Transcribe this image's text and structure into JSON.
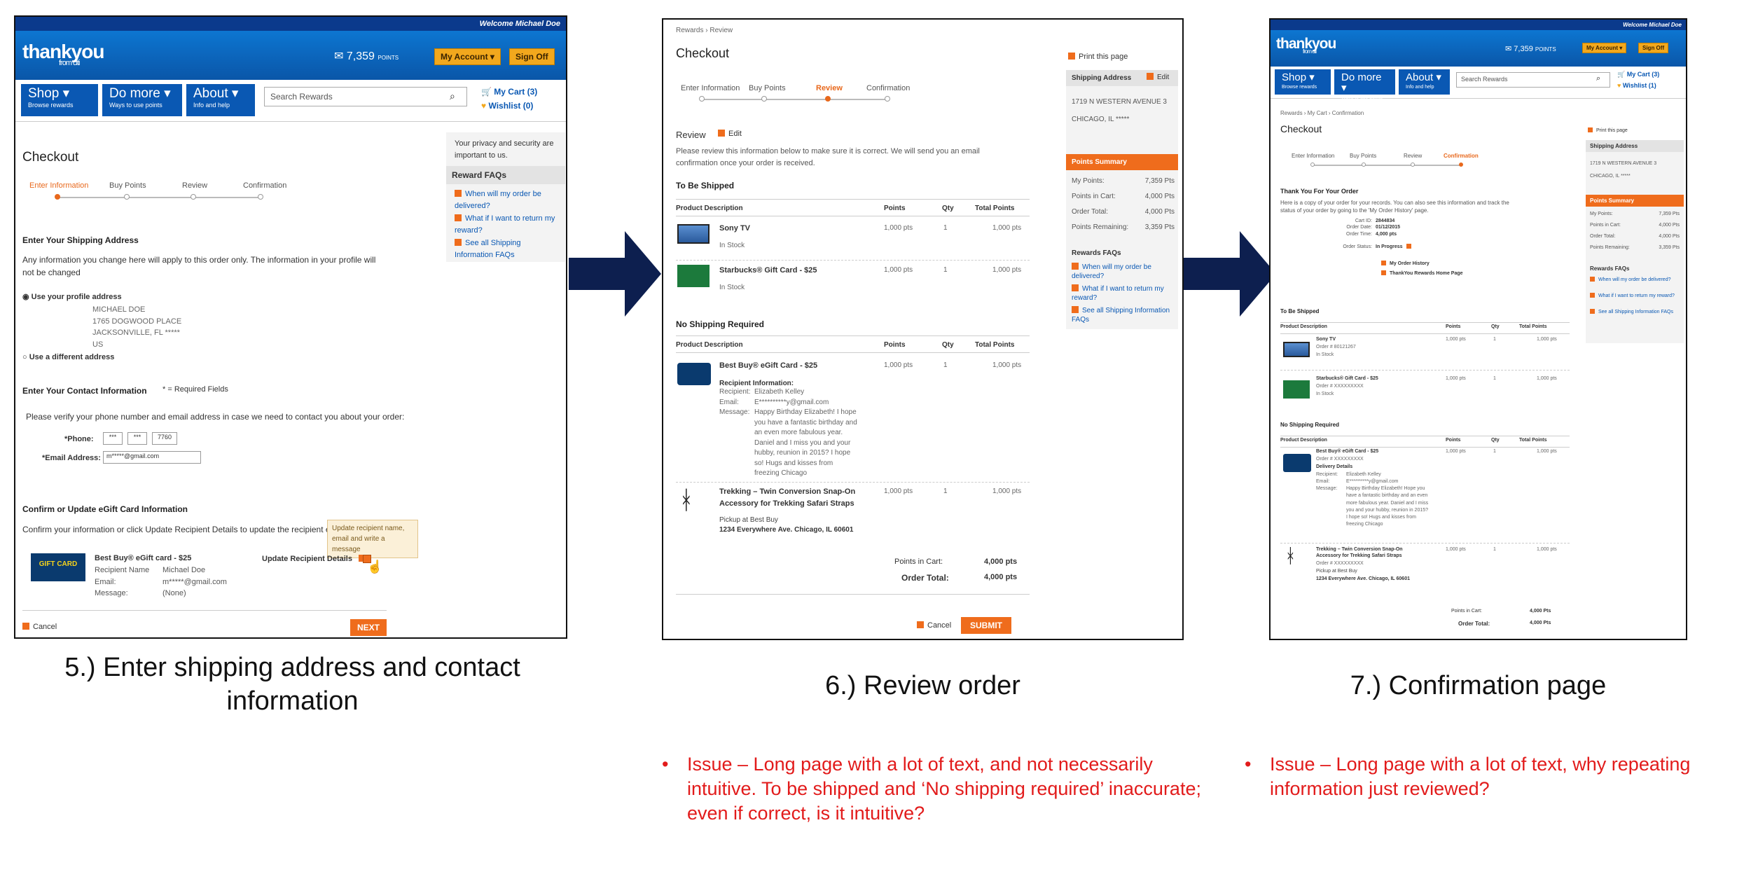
{
  "captions": {
    "step5": "5.)  Enter shipping  address and contact information",
    "step6": "6.)  Review order",
    "step7": "7.)  Confirmation page"
  },
  "issues": {
    "step6": "Issue – Long page with a lot of text, and not necessarily intuitive. To be shipped and ‘No shipping required’ inaccurate; even if correct, is it intuitive?",
    "step7": "Issue – Long page with a lot of text, why repeating information just reviewed?",
    "bullet": "•"
  },
  "colors": {
    "issue": "#e21b1b",
    "arrow": "#0d1f4f",
    "citi_blue": "#0a58b3",
    "orange": "#ef6c1c"
  },
  "icons": {
    "arrow": "right-arrow-icon",
    "cart": "cart-icon",
    "heart": "heart-icon",
    "envelope": "envelope-icon",
    "search": "search-icon"
  },
  "screen1": {
    "welcome": "Welcome Michael Doe",
    "logo": "thankyou",
    "logo_sub": "from citi",
    "points": "7,359",
    "points_unit": "POINTS",
    "my_account": "My Account ▾",
    "sign_off": "Sign Off",
    "nav": [
      {
        "label": "Shop ▾",
        "sub": "Browse rewards"
      },
      {
        "label": "Do more ▾",
        "sub": "Ways to use points"
      },
      {
        "label": "About ▾",
        "sub": "Info and help"
      }
    ],
    "search_placeholder": "Search Rewards",
    "cart": "My Cart (3)",
    "wishlist": "Wishlist (0)",
    "title": "Checkout",
    "steps": [
      "Enter Information",
      "Buy Points",
      "Review",
      "Confirmation"
    ],
    "privacy": "Your privacy and security are important to us.",
    "faq_title": "Reward FAQs",
    "faqs": [
      "When will my order be delivered?",
      "What if I want to return my reward?",
      "See all Shipping Information FAQs"
    ],
    "ship_h": "Enter Your Shipping Address",
    "ship_note": "Any information you change here will apply to this order only. The information in your profile will not be changed",
    "opt1": "Use your profile address",
    "addr": [
      "MICHAEL DOE",
      "1765 DOGWOOD PLACE",
      "JACKSONVILLE, FL *****",
      "US"
    ],
    "opt2": "Use a different address",
    "contact_h": "Enter Your Contact Information",
    "required": "* = Required Fields",
    "contact_note": "Please verify your phone number and email address in case we need to contact you about your order:",
    "phone_lbl": "*Phone:",
    "phone": [
      "***",
      "***",
      "7760"
    ],
    "email_lbl": "*Email Address:",
    "email": "m*****@gmail.com",
    "egift_h": "Confirm or Update eGift Card Information",
    "egift_note": "Confirm your information or click Update Recipient Details to update the recipient ed",
    "tooltip": "Update recipient name, email and write a message",
    "card_title": "Best Buy® eGift card - $25",
    "card_labels": [
      "Recipient Name",
      "Email:",
      "Message:"
    ],
    "card_vals": [
      "Michael Doe",
      "m*****@gmail.com",
      "(None)"
    ],
    "update": "Update Recipient Details",
    "cancel": "Cancel",
    "next": "NEXT"
  },
  "screen2": {
    "crumb": "Rewards  ›  Review",
    "title": "Checkout",
    "steps": [
      "Enter Information",
      "Buy Points",
      "Review",
      "Confirmation"
    ],
    "review": "Review",
    "edit": "Edit",
    "note": "Please review this information below to make sure it is correct. We will send you an email confirmation once your order is received.",
    "ship_h": "To Be Shipped",
    "cols": [
      "Product Description",
      "Points",
      "Qty",
      "Total Points"
    ],
    "items": [
      {
        "name": "Sony TV",
        "stock": "In Stock",
        "pts": "1,000 pts",
        "qty": "1",
        "total": "1,000 pts"
      },
      {
        "name": "Starbucks® Gift Card - $25",
        "stock": "In Stock",
        "pts": "1,000 pts",
        "qty": "1",
        "total": "1,000 pts"
      }
    ],
    "noship_h": "No Shipping Required",
    "items2": [
      {
        "name": "Best Buy® eGift Card - $25",
        "pts": "1,000 pts",
        "qty": "1",
        "total": "1,000 pts"
      },
      {
        "name": "Trekking – Twin Conversion Snap-On Accessory for Trekking Safari Straps",
        "pts": "1,000 pts",
        "qty": "1",
        "total": "1,000 pts"
      }
    ],
    "recip_h": "Recipient Information:",
    "recip_labels": [
      "Recipient:",
      "Email:",
      "Message:"
    ],
    "recip_vals": [
      "Elizabeth Kelley",
      "E**********y@gmail.com",
      "Happy Birthday Elizabeth! I hope you have a fantastic birthday and an even more fabulous year. Daniel and I miss you and your hubby, reunion in 2015? I hope so! Hugs and kisses from freezing Chicago"
    ],
    "pickup": "Pickup at Best Buy",
    "pickup_addr": "1234 Everywhere Ave. Chicago, IL 60601",
    "cart_lbl": "Points in Cart:",
    "cart_val": "4,000 pts",
    "total_lbl": "Order Total:",
    "total_val": "4,000 pts",
    "cancel": "Cancel",
    "submit": "SUBMIT",
    "print": "Print this page",
    "ship_addr_h": "Shipping Address",
    "ship_edit": "Edit",
    "ship_addr": [
      "1719 N WESTERN AVENUE 3",
      "CHICAGO, IL *****"
    ],
    "summary_h": "Points Summary",
    "summary": [
      {
        "k": "My Points:",
        "v": "7,359 Pts"
      },
      {
        "k": "Points in Cart:",
        "v": "4,000 Pts"
      },
      {
        "k": "Order Total:",
        "v": "4,000 Pts"
      },
      {
        "k": "Points Remaining:",
        "v": "3,359 Pts"
      }
    ],
    "faq_h": "Rewards FAQs",
    "faqs": [
      "When will my order be delivered?",
      "What if I want to return my reward?",
      "See all Shipping Information FAQs"
    ]
  },
  "screen3": {
    "welcome": "Welcome Michael Doe",
    "logo": "thankyou",
    "logo_sub": "from citi",
    "points": "7,359",
    "points_unit": "POINTS",
    "my_account": "My Account ▾",
    "sign_off": "Sign Off",
    "nav": [
      {
        "label": "Shop ▾",
        "sub": "Browse rewards"
      },
      {
        "label": "Do more ▾",
        "sub": "Ways to use points"
      },
      {
        "label": "About ▾",
        "sub": "Info and help"
      }
    ],
    "search_placeholder": "Search Rewards",
    "cart": "My Cart (3)",
    "wishlist": "Wishlist (1)",
    "crumb": "Rewards  ›  My Cart  ›  Confirmation",
    "title": "Checkout",
    "steps": [
      "Enter Information",
      "Buy Points",
      "Review",
      "Confirmation"
    ],
    "thanks": "Thank You For Your Order",
    "note": "Here is a copy of your order for your records. You can also see this information and track the status of your order by going to the 'My Order History' page.",
    "meta": [
      {
        "k": "Cart ID:",
        "v": "2844834"
      },
      {
        "k": "Order Date:",
        "v": "01/12/2015"
      },
      {
        "k": "Order Time:",
        "v": "4,000 pts"
      },
      {
        "k": "Order Status:",
        "v": "In Progress"
      }
    ],
    "links": [
      "My Order History",
      "ThankYou Rewards Home Page"
    ],
    "ship_h": "To Be Shipped",
    "cols": [
      "Product Description",
      "Points",
      "Qty",
      "Total Points"
    ],
    "items": [
      {
        "name": "Sony TV",
        "order": "Order # 80121267",
        "stock": "In Stock",
        "pts": "1,000 pts",
        "qty": "1",
        "total": "1,000 pts"
      },
      {
        "name": "Starbucks® Gift Card - $25",
        "order": "Order # XXXXXXXXX",
        "stock": "In Stock",
        "pts": "1,000 pts",
        "qty": "1",
        "total": "1,000 pts"
      }
    ],
    "noship_h": "No Shipping Required",
    "items2": [
      {
        "name": "Best Buy® eGift Card - $25",
        "order": "Order # XXXXXXXXX",
        "pts": "1,000 pts",
        "qty": "1",
        "total": "1,000 pts"
      },
      {
        "name": "Trekking – Twin Conversion Snap-On Accessory for Trekking Safari Straps",
        "order": "Order # XXXXXXXXX",
        "pts": "1,000 pts",
        "qty": "1",
        "total": "1,000 pts"
      }
    ],
    "delivery_h": "Delivery Details",
    "recip_labels": [
      "Recipient:",
      "Email:",
      "Message:"
    ],
    "recip_vals": [
      "Elizabeth Kelley",
      "E**********y@gmail.com",
      "Happy Birthday Elizabeth! Hope you have a fantastic birthday and an even more fabulous year. Daniel and I miss you and your hubby, reunion in 2015? I hope so! Hugs and kisses from freezing Chicago"
    ],
    "pickup": "Pickup at Best Buy",
    "pickup_addr": "1234 Everywhere Ave. Chicago, IL 60601",
    "cart_lbl": "Points in Cart:",
    "cart_val": "4,000 Pts",
    "total_lbl": "Order Total:",
    "total_val": "4,000 Pts",
    "print": "Print this page",
    "ship_addr_h": "Shipping Address",
    "ship_addr": [
      "1719 N WESTERN AVENUE 3",
      "CHICAGO, IL *****"
    ],
    "summary_h": "Points Summary",
    "summary": [
      {
        "k": "My Points:",
        "v": "7,359 Pts"
      },
      {
        "k": "Points in Cart:",
        "v": "4,000 Pts"
      },
      {
        "k": "Order Total:",
        "v": "4,000 Pts"
      },
      {
        "k": "Points Remaining:",
        "v": "3,359 Pts"
      }
    ],
    "faq_h": "Rewards FAQs",
    "faqs": [
      "When will my order be delivered?",
      "What if I want to return my reward?",
      "See all Shipping Information FAQs"
    ]
  }
}
